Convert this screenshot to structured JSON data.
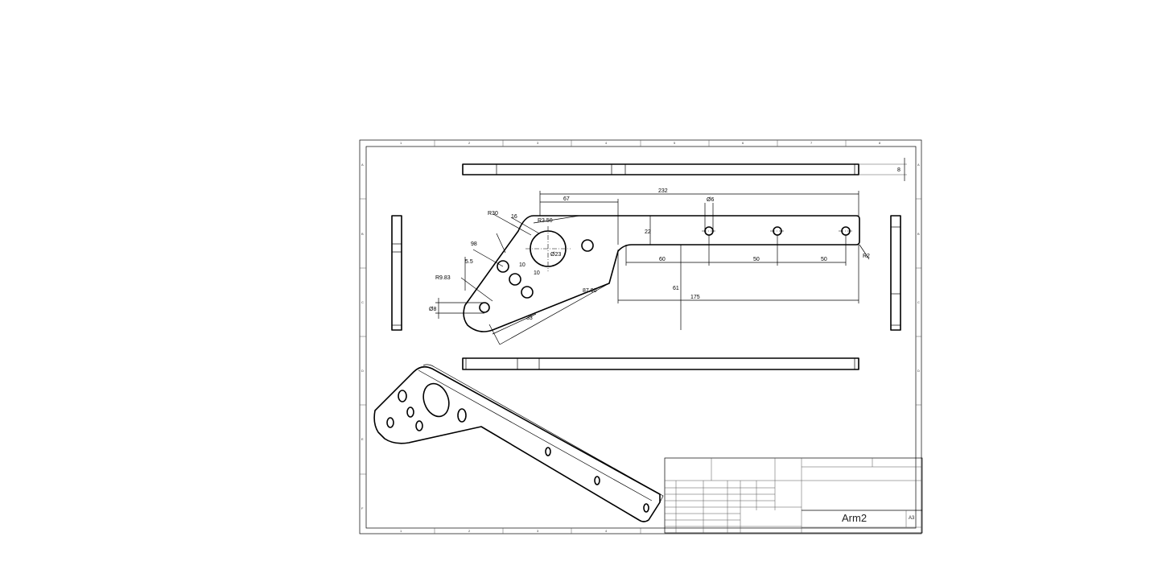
{
  "drawing": {
    "title": "Arm2",
    "sheet_size": "A3",
    "zone_columns": [
      "1",
      "2",
      "3",
      "4",
      "5",
      "6",
      "7",
      "8"
    ],
    "zone_rows": [
      "A",
      "B",
      "C",
      "D",
      "E",
      "F"
    ]
  },
  "dimensions": {
    "overall_length": "232",
    "top_offset": "67",
    "hole_dia": "Ø6",
    "thickness": "8",
    "arm_height": "22",
    "pitch_1": "60",
    "pitch_2": "50",
    "pitch_3": "50",
    "end_radius": "R2",
    "lower_length": "175",
    "vertical": "61",
    "small_dia": "Ø8",
    "boss_radius": "R30",
    "boss_width": "16",
    "bore_radius": "R3.50",
    "bore_dia": "Ø23",
    "hole_spacing_a": "10",
    "hole_spacing_b": "10",
    "dim_5_5": "5.5",
    "dim_98": "98",
    "dim_r9_83": "R9.83",
    "dim_87_90": "87.90",
    "dim_33": "33"
  }
}
